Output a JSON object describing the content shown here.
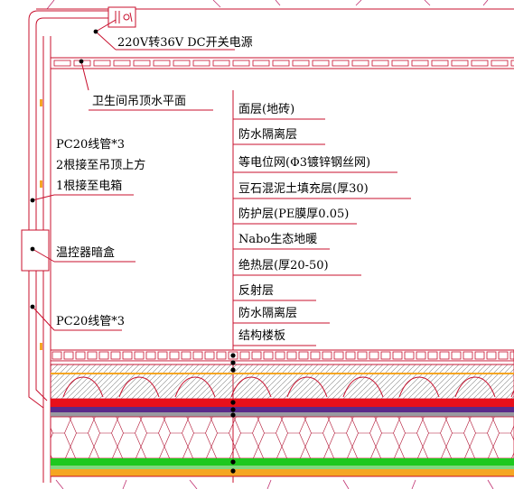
{
  "diagram": {
    "power_label": "220V转36V DC开关电源",
    "ceiling_label": "卫生间吊顶水平面",
    "conduit_top_lines": [
      "PC20线管*3",
      "2根接至吊顶上方",
      "1根接至电箱"
    ],
    "thermostat_box_label": "温控器暗盒",
    "conduit_bottom_label": "PC20线管*3",
    "layers": [
      "面层(地砖)",
      "防水隔离层",
      "等电位网(Φ3镀锌钢丝网)",
      "豆石混泥土填充层(厚30)",
      "防护层(PE膜厚0.05)",
      "Nabo生态地暖",
      "绝热层(厚20-50)",
      "反射层",
      "防水隔离层",
      "结构楼板"
    ]
  },
  "colors": {
    "line_red": "#c8102e",
    "layer_red": "#e8101a",
    "layer_purple": "#5a2a8a",
    "layer_green": "#1ec81e",
    "layer_orange": "#f5a623",
    "layer_yellow": "#f5e600",
    "hatch_grey": "#9a9aa0",
    "accent_magenta": "#c03070"
  }
}
